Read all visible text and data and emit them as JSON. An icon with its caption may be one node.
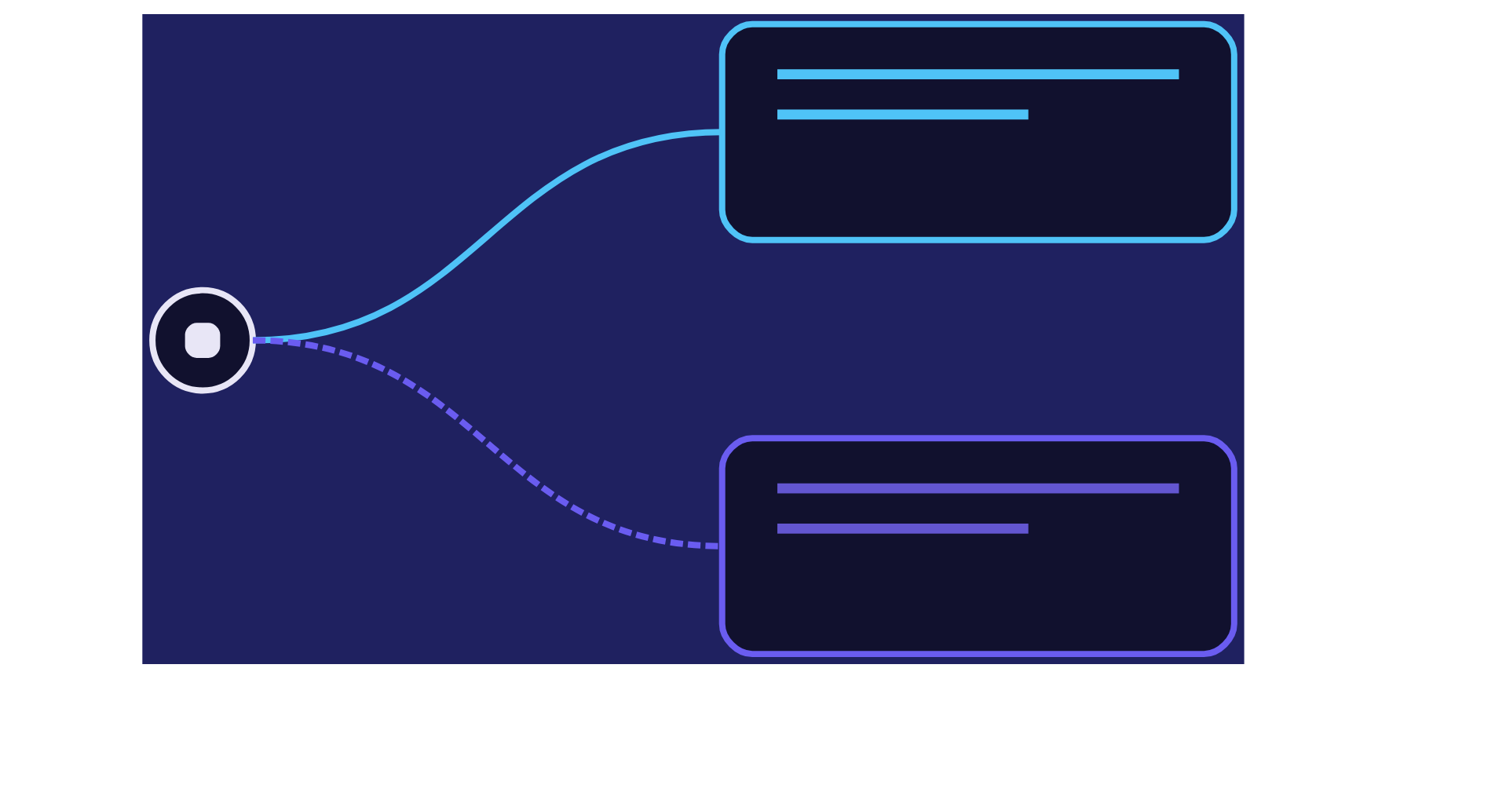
{
  "diagram": {
    "nodes": [
      {
        "text": [],
        "shape": "circle"
      },
      {
        "text": [],
        "shape": "box"
      },
      {
        "text": [],
        "shape": "box"
      }
    ],
    "edges": [
      {
        "from": 0,
        "to": 1,
        "arrow": "none",
        "color": "#4fc3f7"
      },
      {
        "from": 0,
        "to": 2,
        "arrow": "none",
        "style": "dashed",
        "color": "#6a5cf0"
      }
    ]
  }
}
